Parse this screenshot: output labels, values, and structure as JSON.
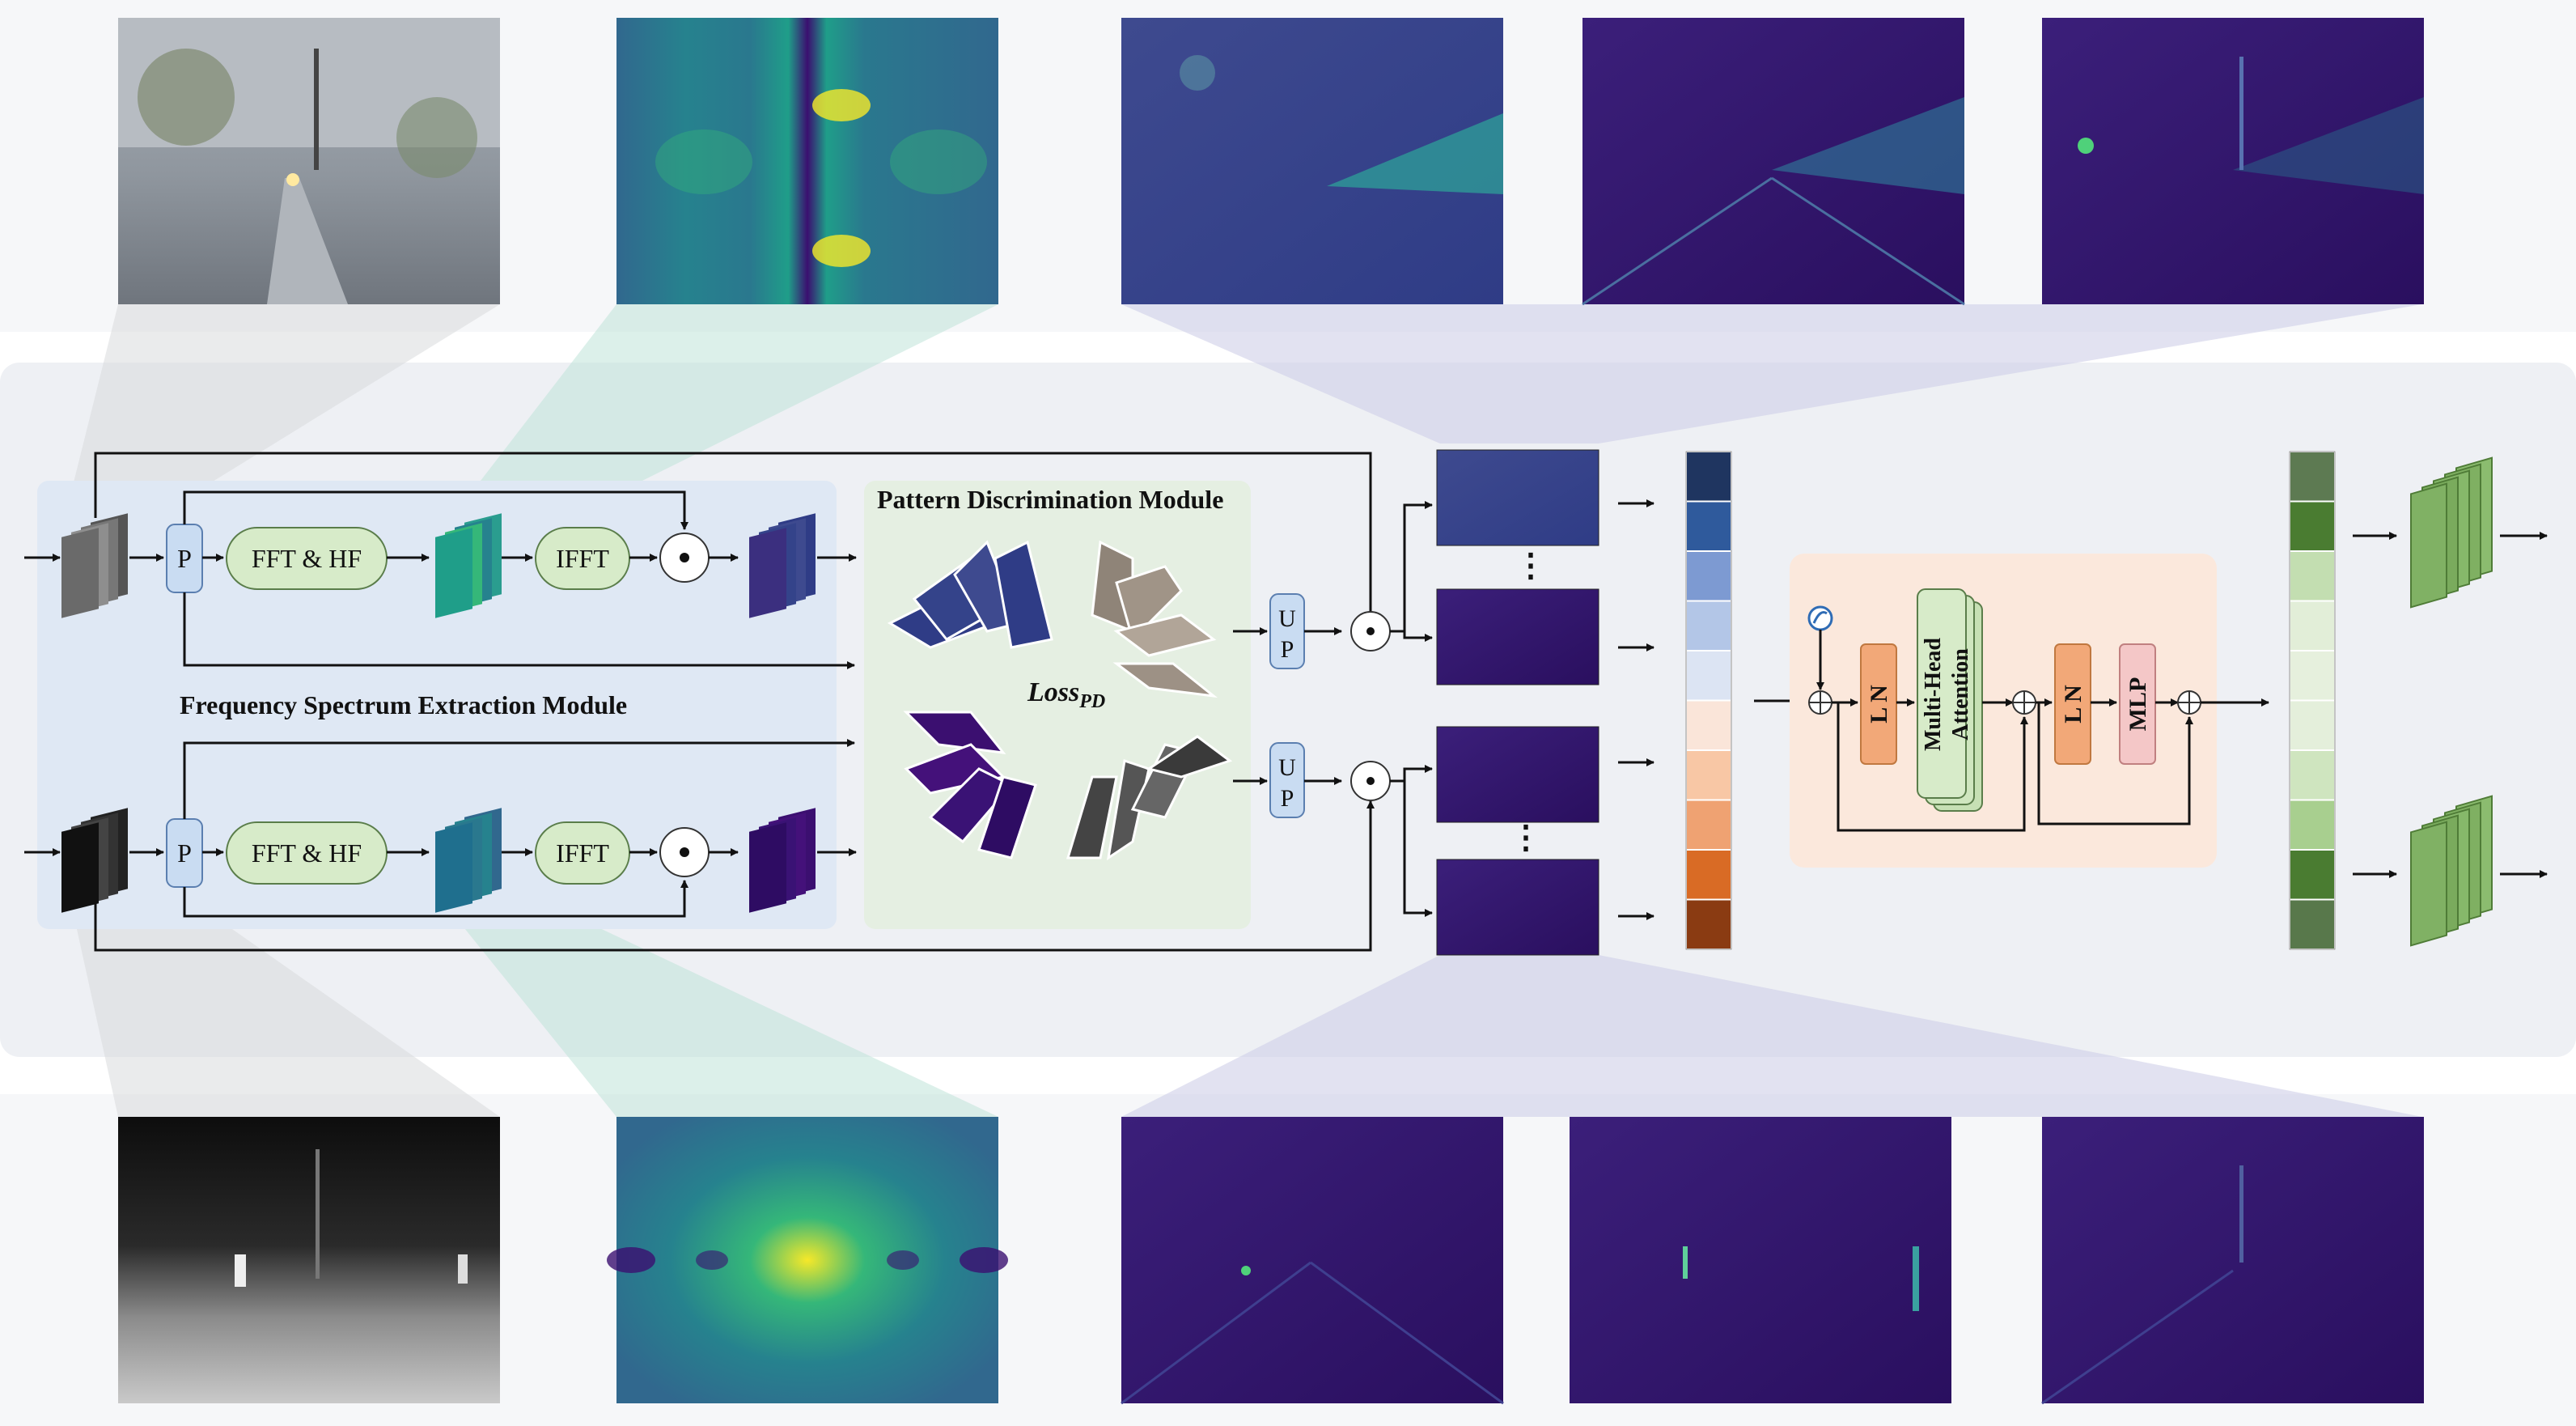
{
  "fsem": {
    "title": "Frequency Spectrum Extraction Module",
    "top": {
      "pool": "P",
      "fft": "FFT & HF",
      "ifft": "IFFT"
    },
    "bottom": {
      "pool": "P",
      "fft": "FFT & HF",
      "ifft": "IFFT"
    }
  },
  "pdm": {
    "title": "Pattern Discrimination Module",
    "loss_main": "Loss",
    "loss_sub": "PD"
  },
  "upsample": {
    "top": [
      "U",
      "P"
    ],
    "bottom": [
      "U",
      "P"
    ]
  },
  "ellipsis": "⋮",
  "transformer": {
    "ln1": "L N",
    "mha_line1": "Multi-Head",
    "mha_line2": "Attention",
    "ln2": "L N",
    "mlp": "MLP"
  },
  "colors": {
    "panel_bg": "#eef0f4",
    "fsem_bg": "#dfe8f4",
    "pdm_bg": "#e5efe2",
    "transformer_bg": "#fbe8dc",
    "green_block": "#d7ebc9",
    "blue_block": "#c9dcf2",
    "orange_block": "#f2a878",
    "pink_block": "#f4c7c7",
    "output_green": "#7fb062",
    "heatmap_purple": "#3b0f70",
    "heatmap_teal": "#2a9d8f",
    "heatmap_yellow": "#f6e829"
  },
  "token_colors": {
    "top": [
      "#1f3560",
      "#2f5a9c",
      "#7d9ad2",
      "#b3c6e7",
      "#dce4f3",
      "#fae5d9",
      "#f8c7a5",
      "#efa272",
      "#d96b25",
      "#8a3b12"
    ],
    "output": [
      "#5d7a52",
      "#4a7c31",
      "#c3deb1",
      "#e2eed8",
      "#e6f0dd",
      "#e4efdb",
      "#cfe5bf",
      "#a8cf8f",
      "#4a7c31",
      "#58784b"
    ]
  }
}
